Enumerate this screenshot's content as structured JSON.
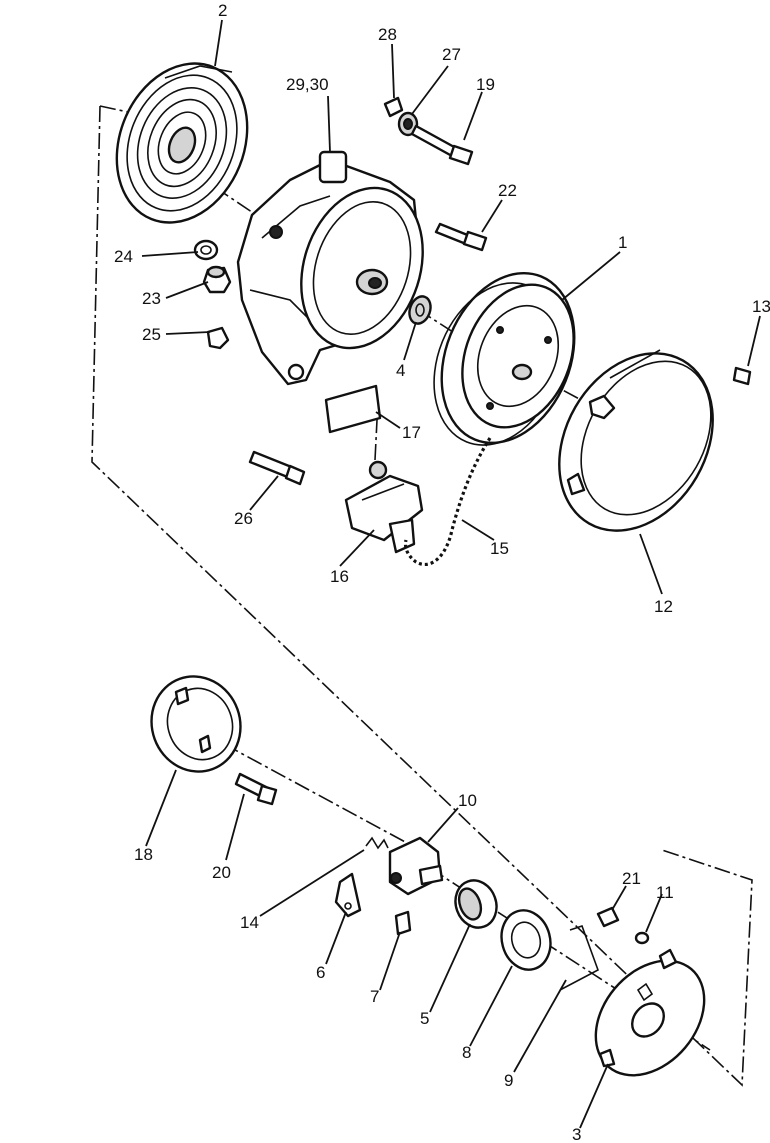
{
  "labels": {
    "l2": "2",
    "l28": "28",
    "l27": "27",
    "l19": "19",
    "l2930": "29,30",
    "l22": "22",
    "l1": "1",
    "l13": "13",
    "l24": "24",
    "l23": "23",
    "l25": "25",
    "l4": "4",
    "l17": "17",
    "l26": "26",
    "l16": "16",
    "l15": "15",
    "l12": "12",
    "l10": "10",
    "l18": "18",
    "l20": "20",
    "l21": "21",
    "l11": "11",
    "l14": "14",
    "l6": "6",
    "l7": "7",
    "l5": "5",
    "l8": "8",
    "l9": "9",
    "l3": "3"
  }
}
